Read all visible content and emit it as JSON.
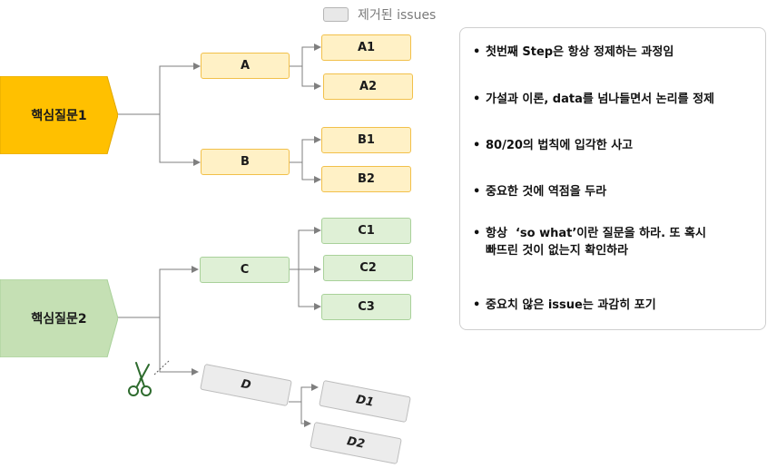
{
  "legend": {
    "label": "제거된 issues"
  },
  "core_questions": [
    {
      "label": "핵심질문1",
      "color": "#ffc000"
    },
    {
      "label": "핵심질문2",
      "color": "#c5e0b4"
    }
  ],
  "nodes": {
    "A": "A",
    "A1": "A1",
    "A2": "A2",
    "B": "B",
    "B1": "B1",
    "B2": "B2",
    "C": "C",
    "C1": "C1",
    "C2": "C2",
    "C3": "C3",
    "D": "D",
    "D1": "D1",
    "D2": "D2"
  },
  "principles": [
    {
      "text": "첫번째 Step은 항상 정제하는 과정임"
    },
    {
      "text": "가설과 이론, data를 넘나들면서 논리를 정제"
    },
    {
      "text": "80/20의 법칙에 입각한 사고"
    },
    {
      "text": "중요한 것에 역점을 두라"
    },
    {
      "text": "항상  ‘so what’이란 질문을 하라. 또 혹시",
      "continuation": "빠뜨린 것이 없는지 확인하라"
    },
    {
      "text": "중요치 않은 issue는 과감히 포기"
    }
  ],
  "icons": {
    "removed": "scissors-icon"
  }
}
